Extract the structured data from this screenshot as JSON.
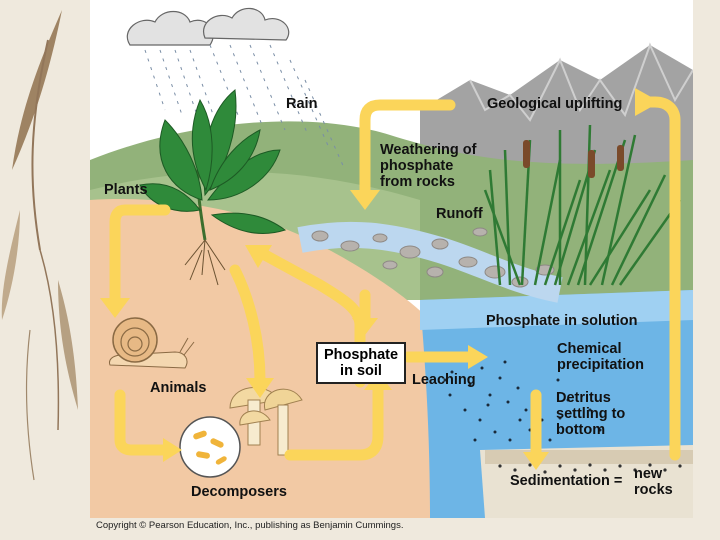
{
  "title": "",
  "labels": {
    "rain": "Rain",
    "geological_uplifting": "Geological uplifting",
    "weathering": [
      "Weathering of",
      "phosphate",
      "from rocks"
    ],
    "plants": "Plants",
    "runoff": "Runoff",
    "phosphate_in_solution": "Phosphate in solution",
    "phosphate_in_soil": [
      "Phosphate",
      "in soil"
    ],
    "chemical_precipitation": [
      "Chemical",
      "precipitation"
    ],
    "animals": "Animals",
    "leaching": "Leaching",
    "detritus": [
      "Detritus",
      "settling to",
      "bottom"
    ],
    "decomposers": "Decomposers",
    "sedimentation": "Sedimentation =",
    "new_rocks": [
      "new",
      "rocks"
    ]
  },
  "copyright": "Copyright © Pearson Education, Inc., publishing as Benjamin Cummings.",
  "colors": {
    "arrow": "#fbd55a",
    "sky": "#ffffff",
    "soil": "#f1c9a3",
    "hill": "#8eae73",
    "lake": "#6bb6e8",
    "mountain": "#9a9a9a",
    "plant_green": "#2f8a3a"
  }
}
